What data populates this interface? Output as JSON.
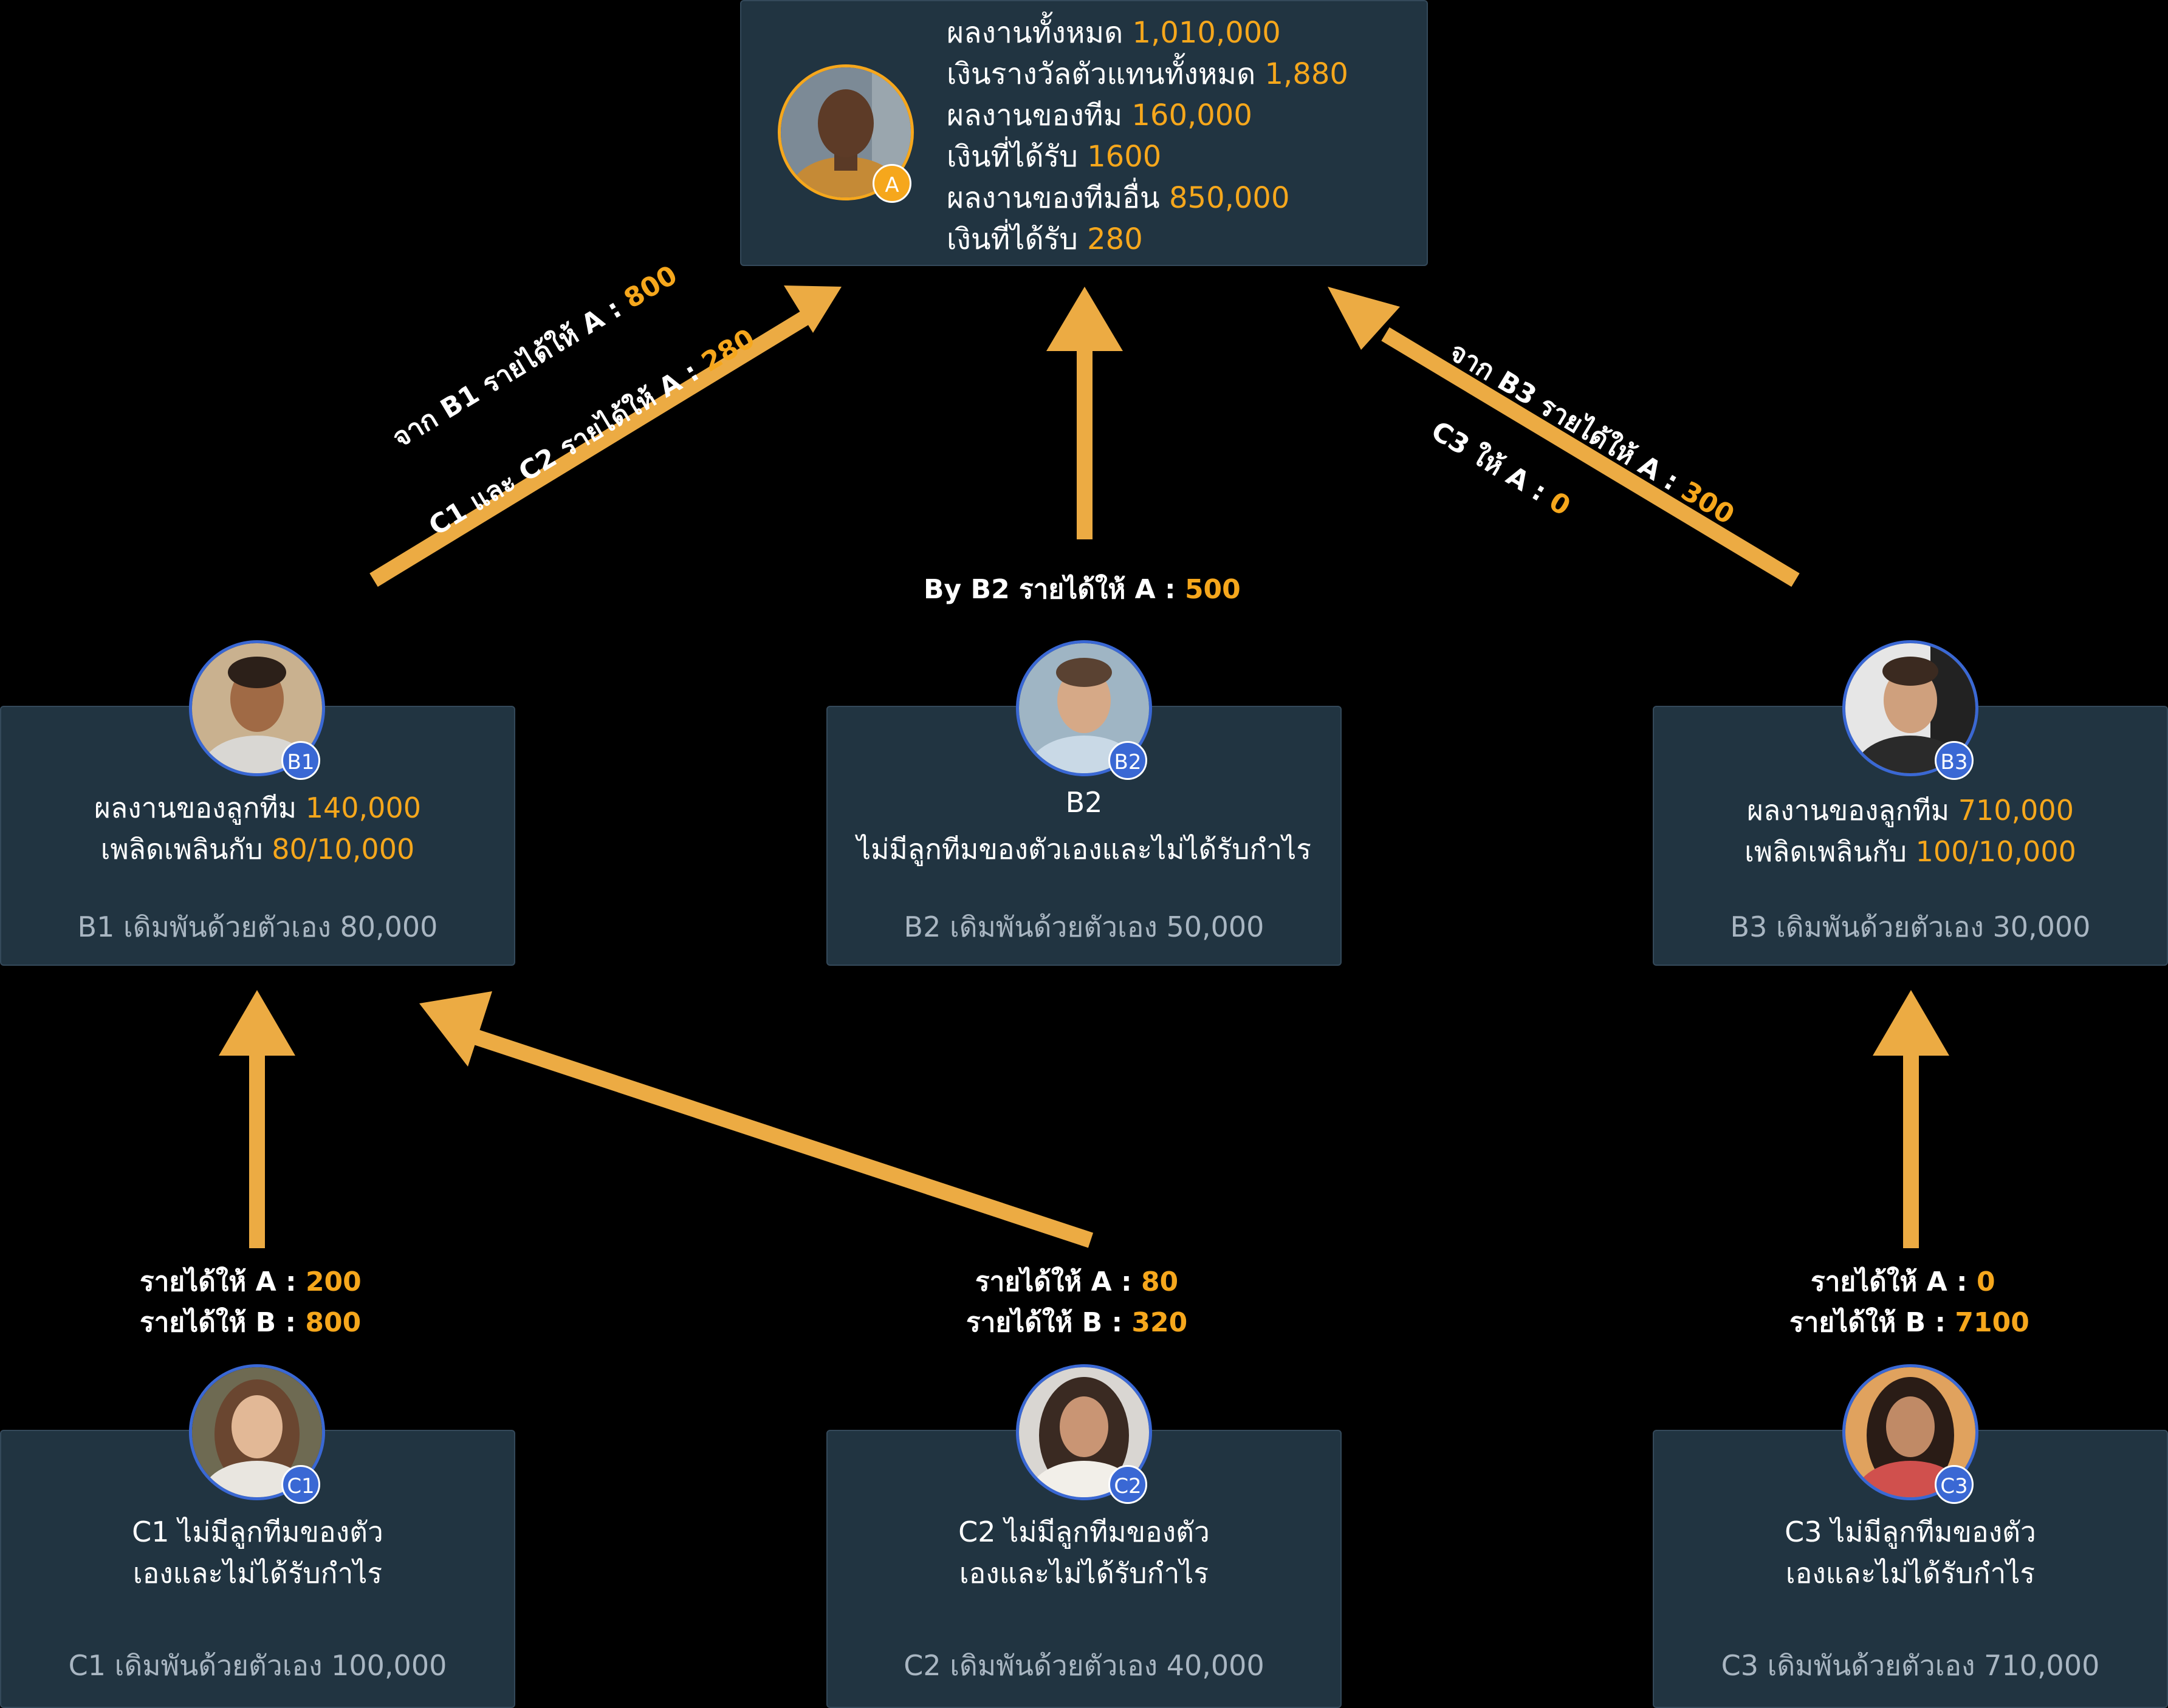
{
  "colors": {
    "accent": "#f6a71c",
    "card_bg": "#213441",
    "badge_blue": "#3a68d4",
    "arrow": "#ecab43"
  },
  "root": {
    "badge": "A",
    "lines": [
      {
        "label": "ผลงานทั้งหมด",
        "value": "1,010,000"
      },
      {
        "label": "เงินรางวัลตัวแทนทั้งหมด",
        "value": "1,880"
      },
      {
        "label": "ผลงานของทีม",
        "value": "160,000"
      },
      {
        "label": "เงินที่ได้รับ",
        "value": "1600"
      },
      {
        "label": "ผลงานของทีมอื่น",
        "value": "850,000"
      },
      {
        "label": "เงินที่ได้รับ",
        "value": "280"
      }
    ]
  },
  "b1": {
    "badge": "B1",
    "line1_label": "ผลงานของลูกทีม",
    "line1_value": "140,000",
    "line2_label": "เพลิดเพลินกับ",
    "line2_value": "80/10,000",
    "footer": "B1 เดิมพันด้วยตัวเอง 80,000"
  },
  "b2": {
    "badge": "B2",
    "line1": "B2",
    "line2": "ไม่มีลูกทีมของตัวเองและไม่ได้รับกำไร",
    "footer": "B2 เดิมพันด้วยตัวเอง 50,000"
  },
  "b3": {
    "badge": "B3",
    "line1_label": "ผลงานของลูกทีม",
    "line1_value": "710,000",
    "line2_label": "เพลิดเพลินกับ",
    "line2_value": "100/10,000",
    "footer": "B3 เดิมพันด้วยตัวเอง 30,000"
  },
  "c1": {
    "badge": "C1",
    "line1": "C1 ไม่มีลูกทีมของตัว",
    "line2": "เองและไม่ได้รับกำไร",
    "footer": "C1 เดิมพันด้วยตัวเอง 100,000"
  },
  "c2": {
    "badge": "C2",
    "line1": "C2 ไม่มีลูกทีมของตัว",
    "line2": "เองและไม่ได้รับกำไร",
    "footer": "C2 เดิมพันด้วยตัวเอง 40,000"
  },
  "c3": {
    "badge": "C3",
    "line1": "C3 ไม่มีลูกทีมของตัว",
    "line2": "เองและไม่ได้รับกำไร",
    "footer": "C3 เดิมพันด้วยตัวเอง 710,000"
  },
  "arrow_labels": {
    "b1_a_1": {
      "text": "จาก B1 รายได้ให้ A :",
      "value": "800"
    },
    "b1_a_2": {
      "text": "C1 และ C2 รายได้ให้ A :",
      "value": "280"
    },
    "b2_a": {
      "text": "By B2 รายได้ให้ A :",
      "value": "500"
    },
    "b3_a_1": {
      "text": "จาก B3 รายได้ให้ A :",
      "value": "300"
    },
    "b3_a_2": {
      "text": "C3 ให้ A :",
      "value": "0"
    },
    "c1_1": {
      "text": "รายได้ให้ A :",
      "value": "200"
    },
    "c1_2": {
      "text": "รายได้ให้ B :",
      "value": "800"
    },
    "c2_1": {
      "text": "รายได้ให้ A :",
      "value": "80"
    },
    "c2_2": {
      "text": "รายได้ให้ B :",
      "value": "320"
    },
    "c3_1": {
      "text": "รายได้ให้ A :",
      "value": "0"
    },
    "c3_2": {
      "text": "รายได้ให้ B :",
      "value": "7100"
    }
  }
}
